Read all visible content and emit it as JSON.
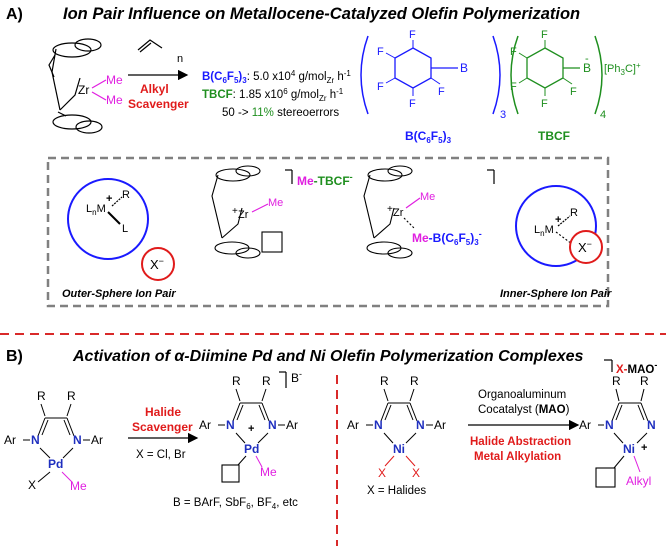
{
  "sectionA": {
    "letter": "A)",
    "title": "Ion Pair Influence on Metallocene-Catalyzed Olefin Polymerization",
    "zr": "Zr",
    "me1": "Me",
    "me2": "Me",
    "n_label": "n",
    "alkyl": "Alkyl",
    "scavenger": "Scavenger",
    "bcf_line_prefix": "B(C",
    "bcf_sub1": "6",
    "bcf_mid": "F",
    "bcf_sub2": "5",
    "bcf_suffix": ")",
    "bcf_sub3": "3",
    "bcf_value": ":  5.0 x10",
    "bcf_exp": "4",
    "bcf_unit": " g/mol",
    "bcf_zr": "Zr",
    "bcf_hr": " h",
    "bcf_hexp": "-1",
    "tbcf_label": "TBCF",
    "tbcf_value": ":  1.85 x10",
    "tbcf_exp": "6",
    "tbcf_unit": " g/mol",
    "tbcf_zr": "Zr",
    "tbcf_hr": " h",
    "tbcf_hexp": "-1",
    "stereo_pre": "50 -> ",
    "stereo_val": "11%",
    "stereo_post": " stereoerrors",
    "F": "F",
    "B": "B",
    "sub3": "3",
    "sub4": "4",
    "bminus": "-",
    "trityl": "[Ph",
    "trityl_sub": "3",
    "trityl_end": "C]",
    "trityl_plus": "+",
    "bcf_name": "B(C",
    "bcf_name_s1": "6",
    "bcf_name_f": "F",
    "bcf_name_s2": "5",
    "bcf_name_end": ")",
    "bcf_name_s3": "3",
    "tbcf_name": "TBCF",
    "box": {
      "outer_L": "L",
      "outer_n": "n",
      "outer_M": "M",
      "outer_plus": "+",
      "outer_R": "R",
      "outer_L2": "L",
      "X": "X",
      "Xminus": "−",
      "outer_label": "Outer-Sphere Ion Pair",
      "zr": "Zr",
      "plus": "+",
      "me": "Me",
      "me_tbcf_me": "Me",
      "me_tbcf_dash": "-",
      "me_tbcf_t": "TBCF",
      "me_tbcf_minus": "-",
      "zr2": "Zr",
      "me2": "Me",
      "meb_me": "Me",
      "meb_b": "-B(C",
      "meb_s1": "6",
      "meb_f": "F",
      "meb_s2": "5",
      "meb_end": ")",
      "meb_s3": "3",
      "meb_minus": "-",
      "inner_L": "L",
      "inner_n": "n",
      "inner_M": "M",
      "inner_plus": "+",
      "inner_R": "R",
      "inner_label": "Inner-Sphere Ion Pair"
    }
  },
  "sectionB": {
    "letter": "B)",
    "title": "Activation of α-Diimine Pd and Ni Olefin Polymerization Complexes",
    "R": "R",
    "Ar": "Ar",
    "N": "N",
    "Pd": "Pd",
    "Ni": "Ni",
    "X": "X",
    "Me": "Me",
    "plus": "+",
    "halide": "Halide",
    "scavenger": "Scavenger",
    "xcond": "X = Cl, Br",
    "bminus": "B",
    "bminus_sup": "-",
    "b_list_pre": "B = BArF, SbF",
    "b_list_s1": "6",
    "b_list_mid": ", BF",
    "b_list_s2": "4",
    "b_list_end": ", etc",
    "x_halides": "X = Halides",
    "organo": "Organoaluminum",
    "cocat_pre": "Cocatalyst (",
    "cocat_mao": "MAO",
    "cocat_end": ")",
    "abstraction": "Halide Abstraction",
    "alkylation": "Metal Alkylation",
    "xmao_x": "X-",
    "xmao_m": "MAO",
    "xmao_minus": "-",
    "alkyl": "Alkyl"
  },
  "colors": {
    "title": "#000000",
    "blue": "#1a1aff",
    "green": "#1f8f1f",
    "red": "#e01b1b",
    "magenta": "#e020e0",
    "darkblue": "#1f2fbf",
    "dash_red": "#d92a2a",
    "box_gray": "#808080"
  }
}
